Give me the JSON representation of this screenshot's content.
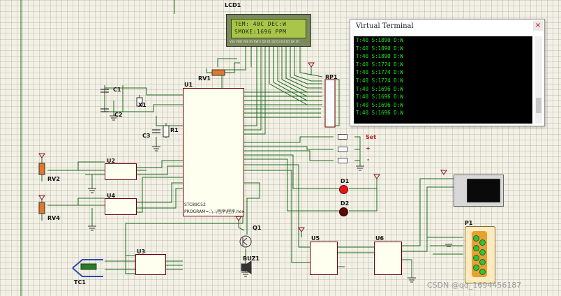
{
  "lcd": {
    "ref": "LCD1",
    "line1": "TEM: 40C DEC:W",
    "line2": "SMOKE:1696  PPM",
    "pins": "VSS VDD VEE RS RW E D0 D1 D2 D3 D4 D5 D6 D7"
  },
  "terminal": {
    "title": "Virtual Terminal",
    "close": "×",
    "lines": [
      "T:40 S:1890 D:W",
      "T:40 S:1890 D:W",
      "T:40 S:1890 D:W",
      "T:40 S:1774 D:W",
      "T:40 S:1774 D:W",
      "T:40 S:1774 D:W",
      "T:40 S:1696 D:W",
      "T:40 S:1696 D:W",
      "T:40 S:1696 D:W",
      "T:40 S:1696 D:W"
    ]
  },
  "components": {
    "rv1": "RV1",
    "u1": "U1",
    "c1": "C1",
    "c2": "C2",
    "c3": "C3",
    "x1": "X1",
    "r1": "R1",
    "rp1": "RP1",
    "u2": "U2",
    "u4": "U4",
    "rv2": "RV2",
    "rv4": "RV4",
    "d1": "D1",
    "d2": "D2",
    "q1": "Q1",
    "buz1": "BUZ1",
    "u3": "U3",
    "tc1": "TC1",
    "u5": "U5",
    "u6": "U6",
    "p1": "P1",
    "set": "Set",
    "plus": "+",
    "minus": "-",
    "u1_part": "STC89C52",
    "u1_note": "PROGRAM=..\\..\\程序\\程序.hex"
  },
  "watermark": "CSDN @qq_1694456187"
}
